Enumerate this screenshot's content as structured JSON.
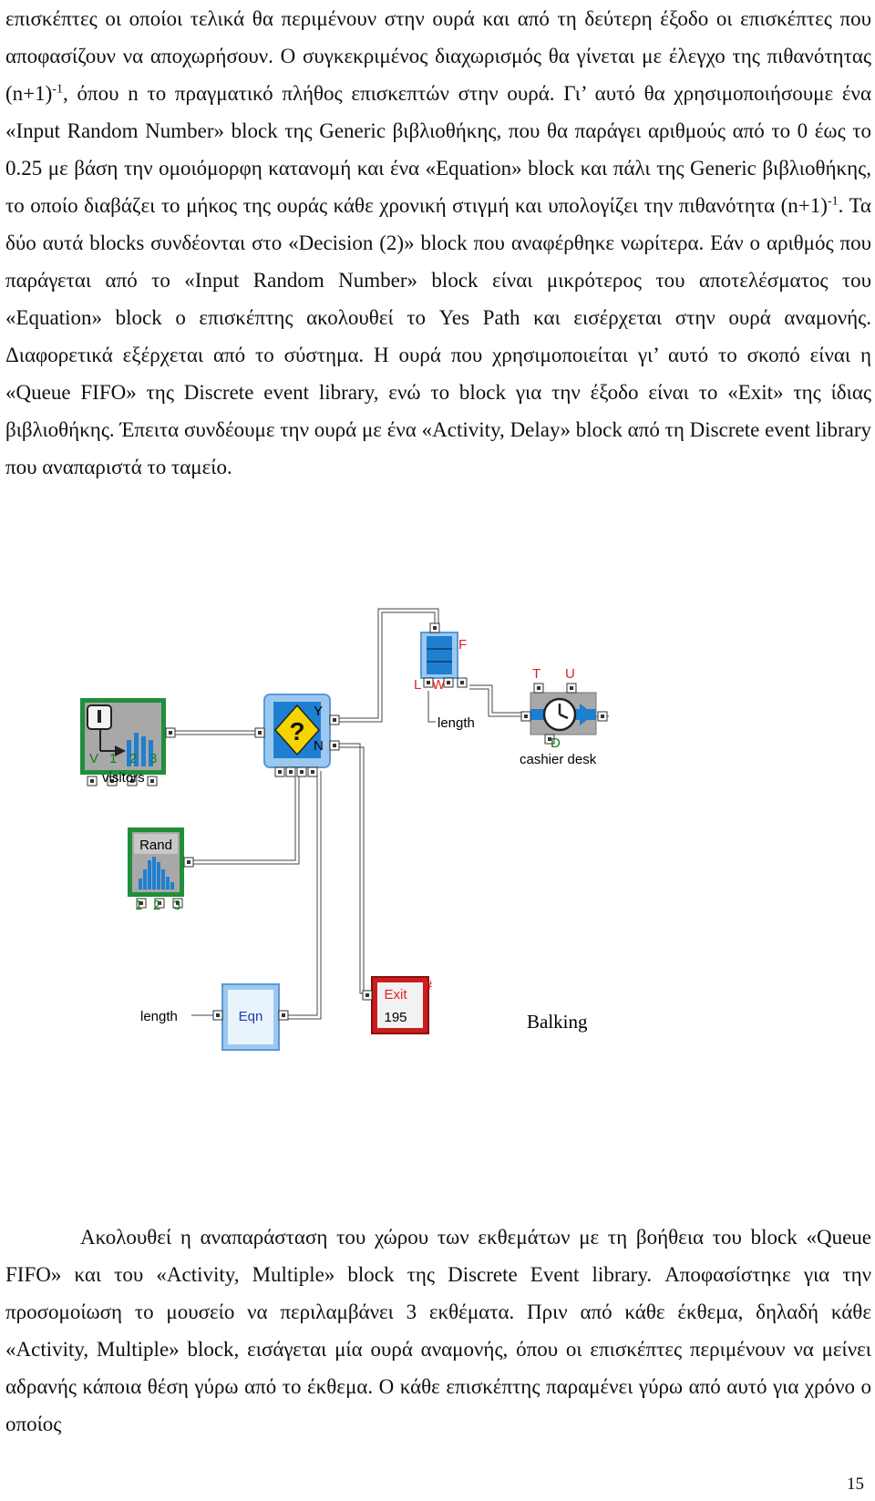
{
  "paragraph_1": {
    "seg_1": "επισκέπτες οι οποίοι τελικά θα περιμένουν στην ουρά και από τη δεύτερη έξοδο οι επισκέπτες που αποφασίζουν να αποχωρήσουν. Ο συγκεκριμένος διαχωρισμός θα γίνεται με έλεγχο της πιθανότητας (n+1)",
    "sup_1": "-1",
    "seg_2": ", όπου n το πραγματικό πλήθος επισκεπτών στην ουρά. Γι’ αυτό θα χρησιμοποιήσουμε ένα «Input Random Number» block της Generic βιβλιοθήκης, που θα παράγει αριθμούς από το 0 έως το 0.25 με βάση την ομοιόμορφη κατανομή και ένα «Equation» block και πάλι της Generic βιβλιοθήκης, το οποίο διαβάζει το μήκος της ουράς κάθε χρονική στιγμή και υπολογίζει την πιθανότητα (n+1)",
    "sup_2": "-1",
    "seg_3": ". Τα δύο αυτά blocks συνδέονται στο «Decision (2)» block που αναφέρθηκε νωρίτερα. Εάν ο αριθμός που παράγεται από το «Input Random Number» block είναι μικρότερος του αποτελέσματος του «Equation» block ο επισκέπτης ακολουθεί το Yes Path και εισέρχεται στην ουρά αναμονής. Διαφορετικά εξέρχεται από το σύστημα. Η ουρά που χρησιμοποιείται γι’ αυτό το σκοπό είναι η «Queue FIFO» της Discrete event library, ενώ το block για την έξοδο είναι το «Exit» της ίδιας βιβλιοθήκης. Έπειτα συνδέουμε την ουρά με ένα «Activity, Delay» block από τη Discrete event library που αναπαριστά το ταμείο."
  },
  "diagram": {
    "visitors_block": {
      "label": "visitors",
      "ports": {
        "v": "V",
        "p1": "1",
        "p2": "2",
        "p3": "3"
      }
    },
    "rand_block": {
      "title": "Rand",
      "ports": {
        "p1": "1",
        "p2": "2",
        "p3": "3"
      }
    },
    "decision_block": {
      "symbol": "?",
      "yes": "Y",
      "no": "N"
    },
    "queue_block": {
      "f": "F",
      "l": "L",
      "w": "W",
      "label": "length"
    },
    "activity_block": {
      "t": "T",
      "u": "U",
      "d": "D",
      "label": "cashier desk"
    },
    "equation_block": {
      "title": "Eqn",
      "input_label": "length"
    },
    "exit_block": {
      "title": "Exit",
      "count": "195",
      "hash": "#"
    },
    "caption": "Balking",
    "colors": {
      "green": "#1f8f3a",
      "blue": "#1e7fd1",
      "light_blue": "#8fc6f2",
      "red": "#cc1d1d",
      "port_red": "#e02020"
    }
  },
  "paragraph_2": "Ακολουθεί η αναπαράσταση του χώρου των εκθεμάτων με τη βοήθεια του block «Queue FIFO» και του «Activity, Multiple» block της Discrete Event library. Αποφασίστηκε για την προσομοίωση το μουσείο να περιλαμβάνει 3 εκθέματα. Πριν από κάθε έκθεμα, δηλαδή κάθε «Activity, Multiple» block, εισάγεται μία ουρά αναμονής, όπου οι επισκέπτες περιμένουν να μείνει αδρανής κάποια θέση γύρω από το έκθεμα. Ο κάθε επισκέπτης παραμένει γύρω από αυτό για χρόνο ο οποίος",
  "page_number": "15"
}
